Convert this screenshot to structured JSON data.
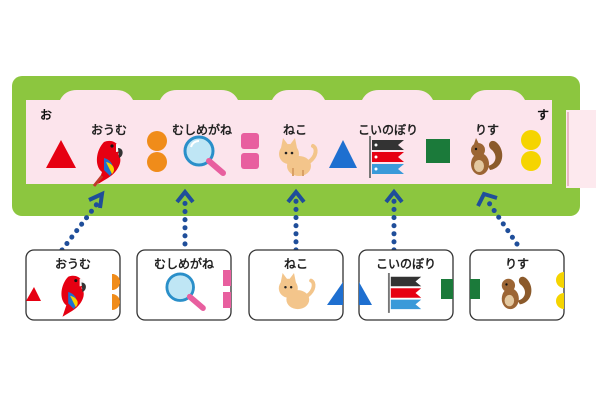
{
  "board": {
    "start_char": "お",
    "end_char": "す"
  },
  "items": [
    {
      "label": "おうむ",
      "icon": "parrot-icon"
    },
    {
      "label": "むしめがね",
      "icon": "magnifier-icon"
    },
    {
      "label": "ねこ",
      "icon": "cat-icon"
    },
    {
      "label": "こいのぼり",
      "icon": "koinobori-icon"
    },
    {
      "label": "りす",
      "icon": "squirrel-icon"
    }
  ],
  "colors": {
    "board_green": "#8cc63f",
    "strip_pink": "#fce4ec",
    "arrow_blue": "#1f4e9a",
    "triangle_red": "#e60012",
    "triangle_blue": "#1e6fd0",
    "circle_orange": "#f08c1a",
    "square_pink": "#e85f9f",
    "square_green": "#1b7a3a",
    "circle_yellow": "#f5d400"
  }
}
